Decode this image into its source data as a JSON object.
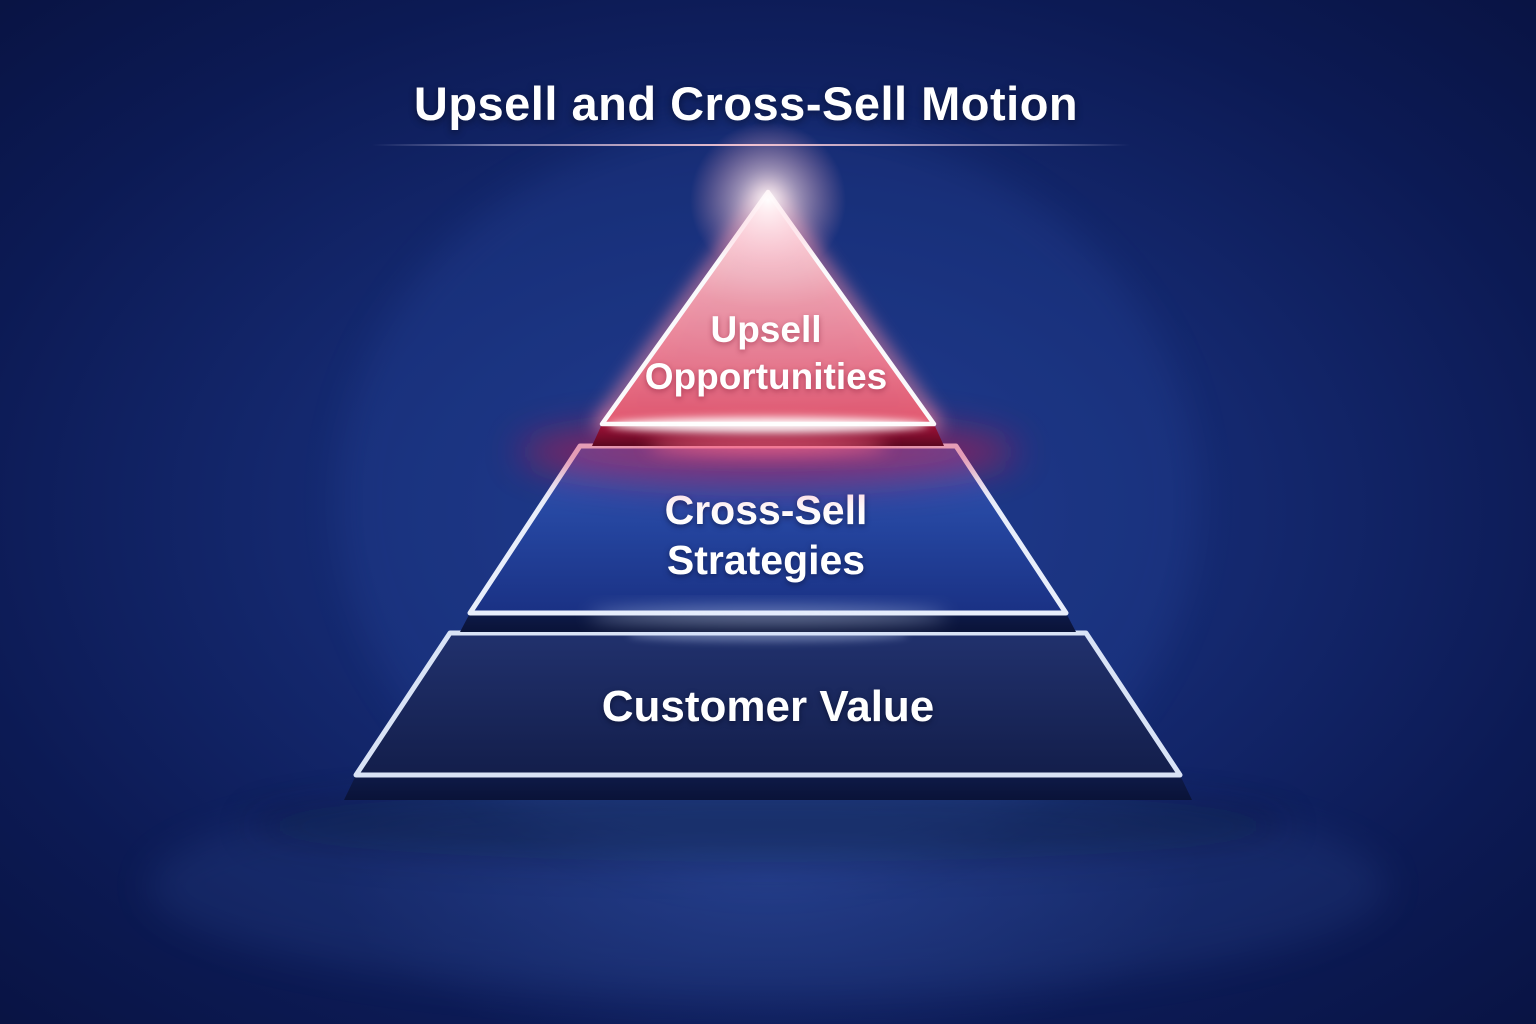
{
  "title": "Upsell and Cross-Sell Motion",
  "pyramid": {
    "tiers": [
      {
        "name": "Upsell Opportunities",
        "lines": [
          "Upsell",
          "Opportunities"
        ],
        "level": 1,
        "shape": "triangle",
        "color": "#ec7188"
      },
      {
        "name": "Cross-Sell Strategies",
        "lines": [
          "Cross-Sell",
          "Strategies"
        ],
        "level": 2,
        "shape": "trapezoid",
        "color": "#24439c"
      },
      {
        "name": "Customer Value",
        "lines": [
          "Customer Value"
        ],
        "level": 3,
        "shape": "trapezoid",
        "color": "#18244f"
      }
    ]
  },
  "colors": {
    "background_edge": "#081240",
    "background_center": "#1d398a",
    "accent_pink": "#e85a74",
    "accent_red_glow": "#e0133f",
    "tier2_blue": "#24439c",
    "tier3_navy": "#18244f",
    "border_light": "#e8eefb",
    "title_text": "#ffffff",
    "divider_pink": "#f3c3d0"
  }
}
